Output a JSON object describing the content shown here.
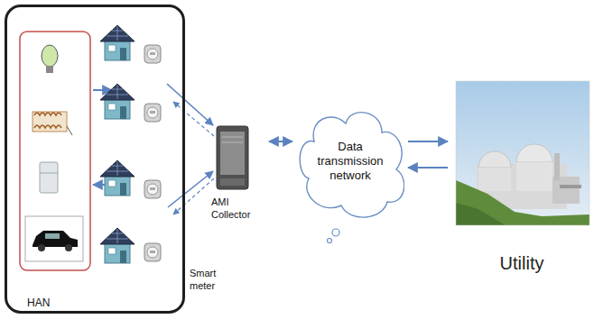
{
  "diagram": {
    "nodes": [
      {
        "text": [
          "HAN"
        ]
      },
      {
        "text": [
          "AMI Collector"
        ]
      },
      {
        "text": [
          "Data transmission network"
        ]
      },
      {
        "text": [
          "Utility"
        ]
      }
    ],
    "edges": [
      {
        "from": 1,
        "to": 2,
        "arrow": "to"
      },
      {
        "from": 2,
        "to": 1,
        "arrow": "to"
      },
      {
        "from": 2,
        "to": 3,
        "arrow": "to"
      },
      {
        "from": 3,
        "to": 2,
        "arrow": "to"
      }
    ],
    "labels": [
      "Smart meter"
    ]
  }
}
